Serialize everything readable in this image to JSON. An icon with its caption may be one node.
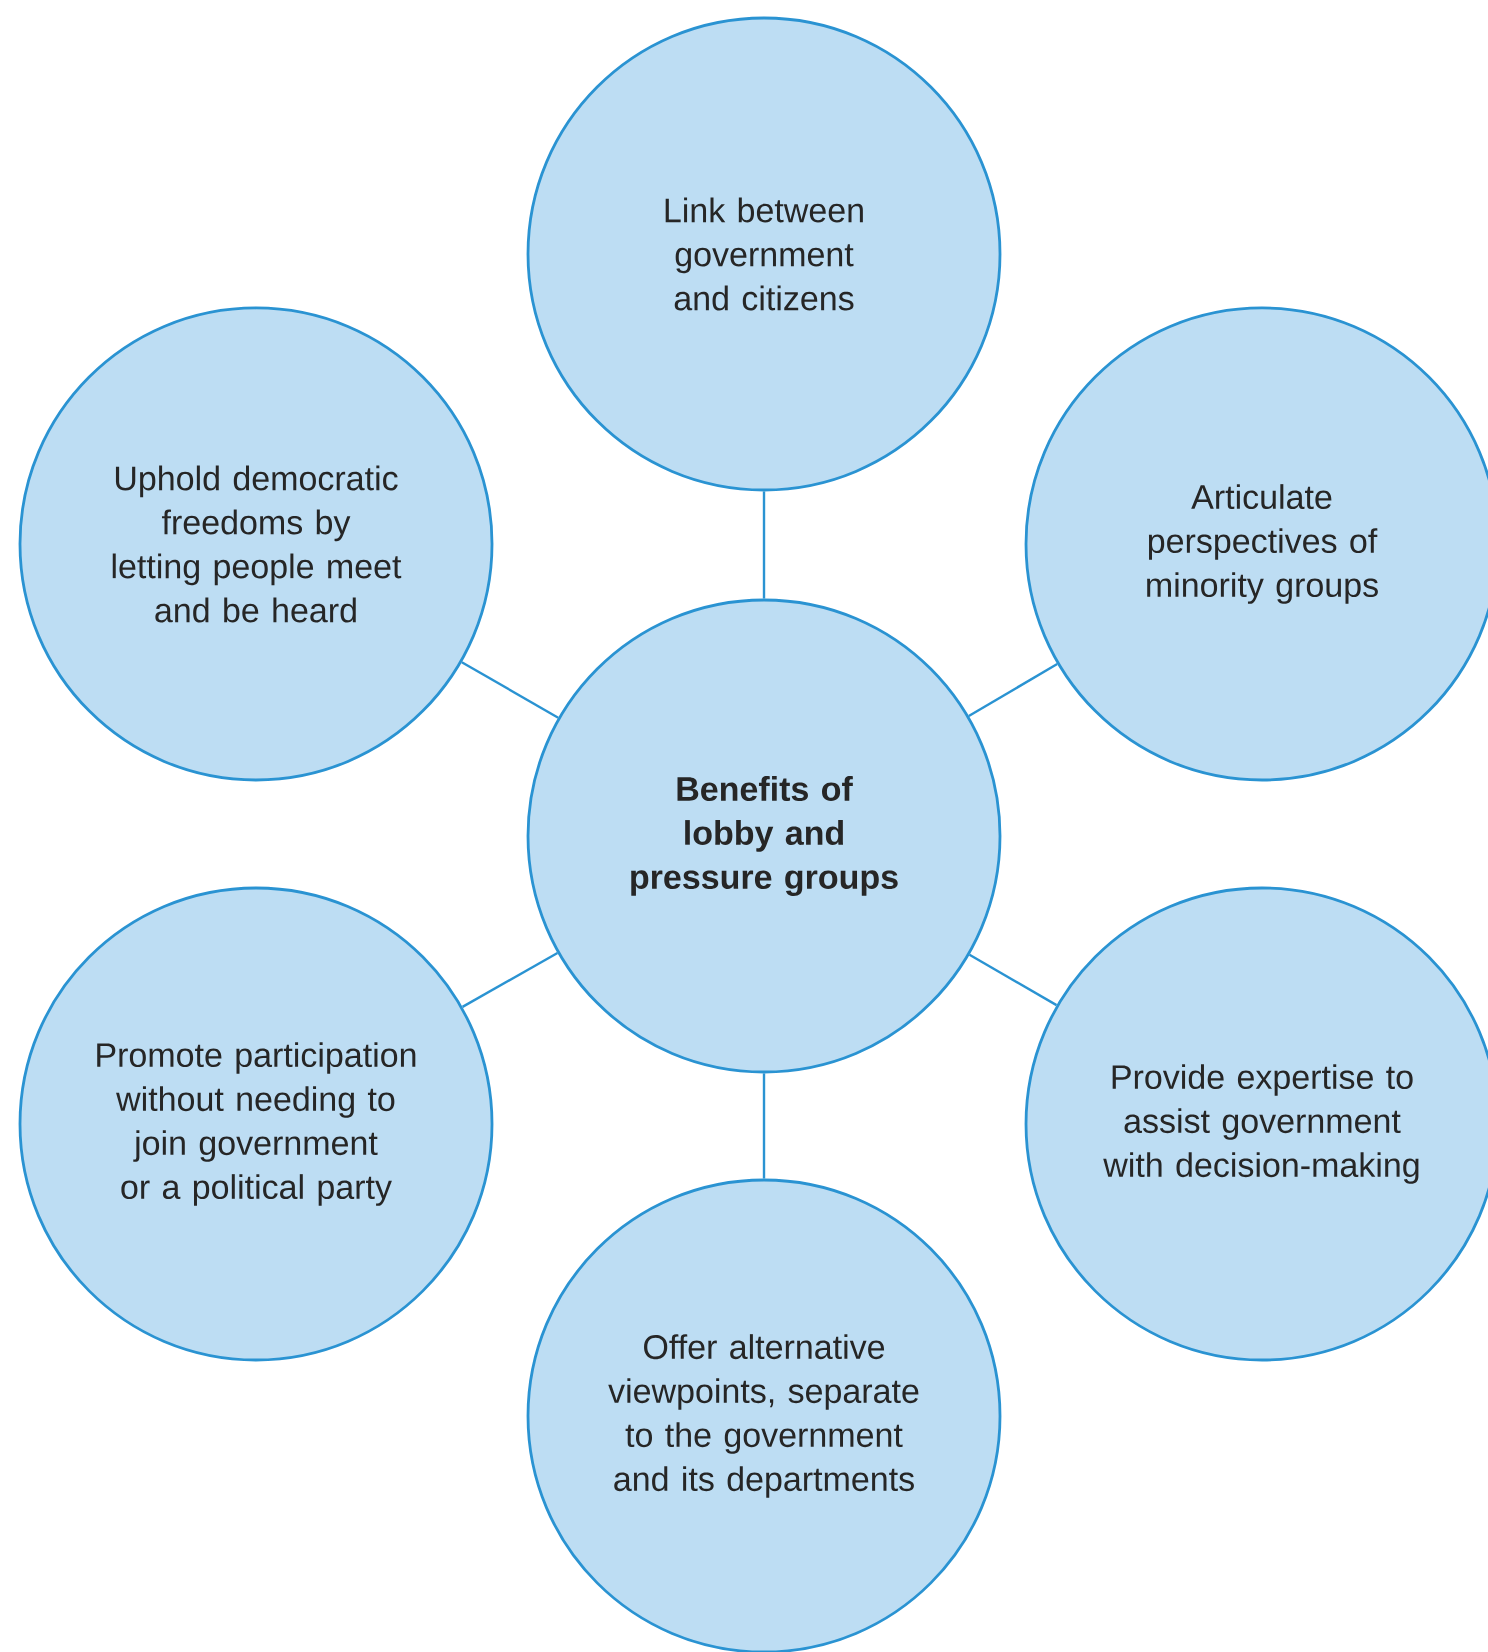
{
  "diagram": {
    "nodes": [
      {
        "text": [
          "Benefits of lobby and pressure groups"
        ]
      },
      {
        "text": [
          "Link between government and citizens"
        ]
      },
      {
        "text": [
          "Uphold democratic freedoms by letting people meet and be heard"
        ]
      },
      {
        "text": [
          "Articulate perspectives of minority groups"
        ]
      },
      {
        "text": [
          "Promote participation without needing to join government or a political party"
        ]
      },
      {
        "text": [
          "Provide expertise to assist government with decision-making"
        ]
      },
      {
        "text": [
          "Offer alternative viewpoints, separate to the government and its departments"
        ]
      }
    ],
    "edges": [
      {
        "from": 0,
        "to": 1,
        "arrow": "none"
      },
      {
        "from": 0,
        "to": 2,
        "arrow": "none"
      },
      {
        "from": 0,
        "to": 3,
        "arrow": "none"
      },
      {
        "from": 0,
        "to": 4,
        "arrow": "none"
      },
      {
        "from": 0,
        "to": 5,
        "arrow": "none"
      },
      {
        "from": 0,
        "to": 6,
        "arrow": "none"
      }
    ]
  }
}
